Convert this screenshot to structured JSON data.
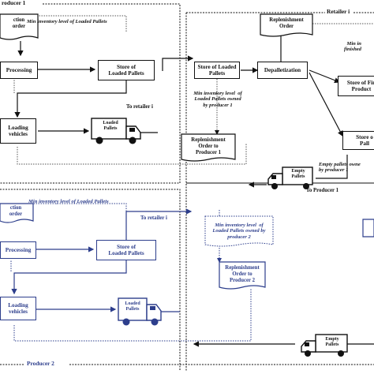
{
  "regions": {
    "producer1": "roducer 1",
    "retailer": "Retailer i",
    "producer2": "Producer 2"
  },
  "p1": {
    "production_order": "ction\norder",
    "min_inventory": "Min inventory level of Loaded Pallets",
    "processing": "Processing",
    "store_loaded": "Store of\nLoaded Pallets",
    "to_retailer": "To retailer i",
    "loading_vehicles": "Loading\nvehicles",
    "truck_label": "Loaded\nPallets"
  },
  "retailer": {
    "replenishment_order": "Replenishment\nOrder",
    "min_inventory_finished": "Min in\nfinished",
    "store_loaded_pallets": "Store of Loaded\nPallets",
    "depalletization": "Depalletization",
    "store_finished": "Store of Fin\nProduct",
    "min_inventory_p1": "Min inventory level  of\nLoaded Pallets owned\nby producer 1",
    "replenishment_p1": "Replenishment\nOrder to\nProducer 1",
    "store_empty": "Store o\nPall",
    "empty_owned": "Empty pallets owne\nby producer 1",
    "empty_truck": "Empty\nPallets",
    "to_producer1": "To Producer 1",
    "min_inventory_p2": "Min inventory level  of\nLoaded Pallets owned by\nproducer 2",
    "replenishment_p2": "Replenishment\nOrder to\nProducer 2"
  },
  "p2": {
    "production_order": "ction\norder",
    "min_inventory": "Min inventory level of Loaded Pallets",
    "to_retailer": "To retailer i",
    "processing": "Processing",
    "store_loaded": "Store of\nLoaded Pallets",
    "loading_vehicles": "Loading\nvehicles",
    "truck_label": "Loaded\nPallets",
    "empty_truck": "Empty\nPallets"
  },
  "colors": {
    "black": "#111111",
    "blue": "#2d3e8c",
    "dotted": "#555555"
  }
}
